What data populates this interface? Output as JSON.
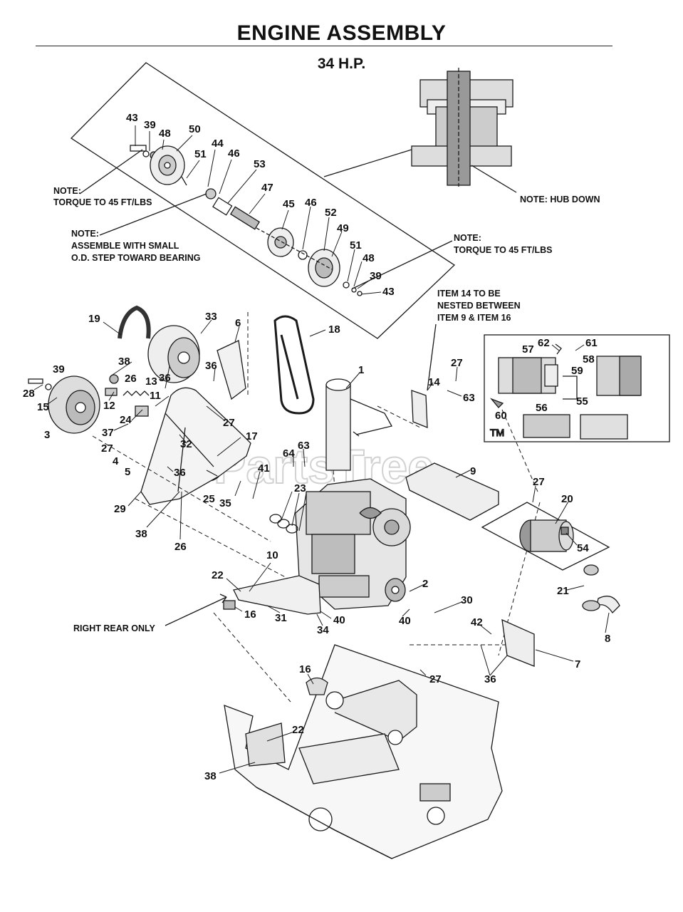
{
  "page": {
    "title": "ENGINE ASSEMBLY",
    "subtitle": "34 H.P."
  },
  "watermark": {
    "text": "PartsTree",
    "trademark": "TM"
  },
  "notes": {
    "torque_top_label": "NOTE:",
    "torque_top_text": "TORQUE TO 45 FT/LBS",
    "assemble_label": "NOTE:",
    "assemble_line1": "ASSEMBLE WITH SMALL",
    "assemble_line2": "O.D. STEP TOWARD BEARING",
    "torque_right_label": "NOTE:",
    "torque_right_text": "TORQUE TO 45 FT/LBS",
    "hub_down": "NOTE: HUB DOWN",
    "item14_line1": "ITEM 14 TO BE",
    "item14_line2": "NESTED BETWEEN",
    "item14_line3": "ITEM 9 & ITEM 16",
    "right_rear": "RIGHT REAR ONLY"
  },
  "callouts": [
    "43",
    "39",
    "48",
    "50",
    "51",
    "44",
    "46",
    "53",
    "47",
    "45",
    "46",
    "52",
    "49",
    "51",
    "48",
    "39",
    "43",
    "19",
    "33",
    "6",
    "18",
    "1",
    "38",
    "39",
    "26",
    "13",
    "36",
    "36",
    "11",
    "28",
    "15",
    "12",
    "24",
    "3",
    "37",
    "27",
    "32",
    "27",
    "17",
    "4",
    "5",
    "36",
    "25",
    "35",
    "41",
    "64",
    "63",
    "29",
    "38",
    "26",
    "27",
    "14",
    "63",
    "9",
    "62",
    "61",
    "57",
    "58",
    "59",
    "60",
    "56",
    "55",
    "27",
    "20",
    "54",
    "23",
    "2",
    "10",
    "22",
    "16",
    "31",
    "34",
    "40",
    "40",
    "30",
    "21",
    "8",
    "42",
    "36",
    "7",
    "16",
    "27",
    "22",
    "38"
  ]
}
